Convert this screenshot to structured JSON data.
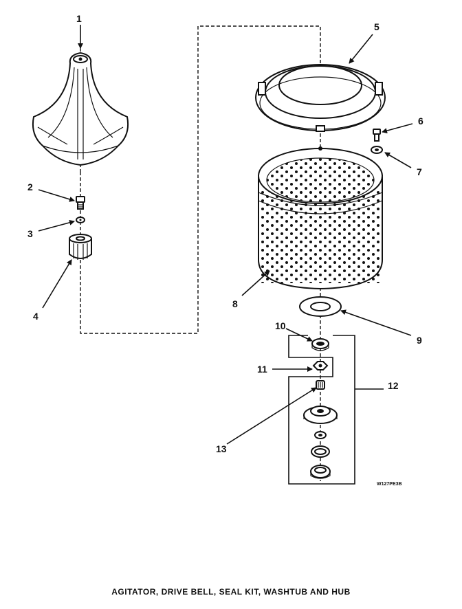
{
  "callouts": {
    "c1": "1",
    "c2": "2",
    "c3": "3",
    "c4": "4",
    "c5": "5",
    "c6": "6",
    "c7": "7",
    "c8": "8",
    "c9": "9",
    "c10": "10",
    "c11": "11",
    "c12": "12",
    "c13": "13"
  },
  "diagram_code": "W127PE3B",
  "caption": "AGITATOR, DRIVE BELL, SEAL KIT, WASHTUB AND HUB"
}
